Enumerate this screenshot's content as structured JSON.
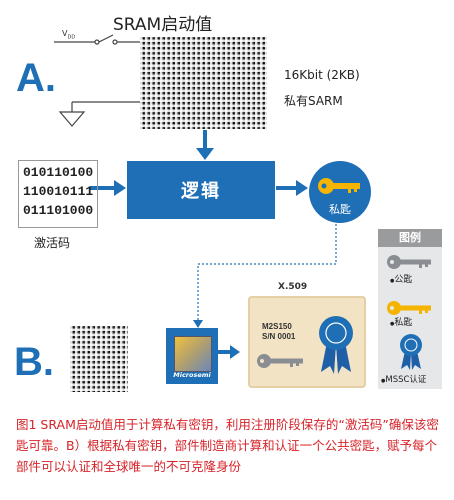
{
  "title": "SRAM启动值",
  "section_a_label": "A.",
  "section_b_label": "B.",
  "vdd_label": "V",
  "vdd_subscript": "DD",
  "sram_size": "16Kbit (2KB)",
  "sram_private": "私有SARM",
  "bits": [
    "010110100",
    "110010111",
    "011101000"
  ],
  "activation_code_label": "激活码",
  "logic_label": "逻辑",
  "private_key_label": "私匙",
  "cert_standard": "X.509",
  "cert_model": "M2S150",
  "cert_serial": "S/N 0001",
  "chip_brand": "Microsemi",
  "legend": {
    "title": "图例",
    "items": [
      "公匙",
      "私匙",
      "MSSC认证"
    ]
  },
  "caption": "图1 SRAM启动值用于计算私有密钥，利用注册阶段保存的“激活码”确保该密匙可靠。B）根据私有密钥，部件制造商计算和认证一个公共密匙，赋予每个部件可以认证和全球唯一的不可克隆身份",
  "colors": {
    "blue": "#1f6fb6",
    "key_gold": "#f5b400",
    "key_gray": "#8a8d91",
    "caption_red": "#d6242a",
    "legend_bg": "#e6e7e8",
    "legend_header": "#9a9b9d",
    "cert_bg": "#f3e3c5"
  }
}
